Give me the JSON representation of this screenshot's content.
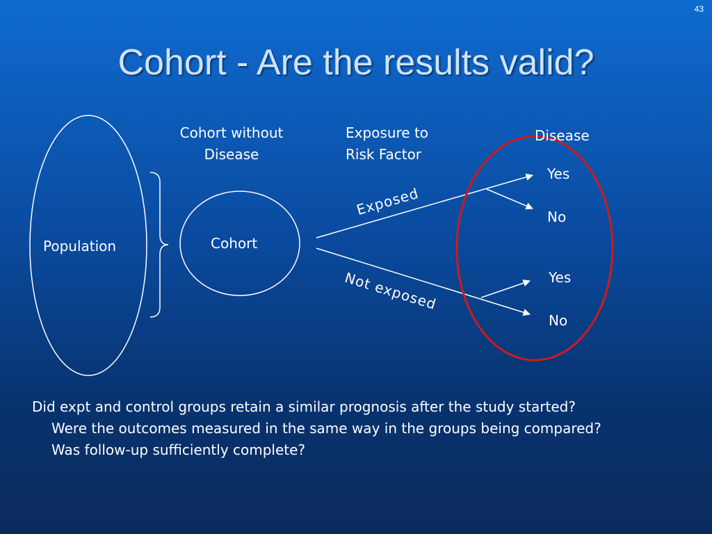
{
  "slide": {
    "number": "43",
    "title": "Cohort - Are the results valid?"
  },
  "diagram": {
    "column_headers": {
      "cohort": [
        "Cohort without",
        "Disease"
      ],
      "exposure": [
        "Exposure to",
        "Risk Factor"
      ],
      "disease": "Disease"
    },
    "nodes": {
      "population": "Population",
      "cohort": "Cohort"
    },
    "branches": {
      "exposed": "Exposed",
      "not_exposed": "Not exposed"
    },
    "outcomes": {
      "exposed_yes": "Yes",
      "exposed_no": "No",
      "not_exposed_yes": "Yes",
      "not_exposed_no": "No"
    },
    "colors": {
      "highlight_circle": "#d11a1a",
      "lines": "#ffffff",
      "title": "#cfe3ff"
    }
  },
  "questions": {
    "main": "Did expt and control groups retain a similar prognosis after the study started?",
    "sub1": "Were the outcomes measured in the same way in the groups being compared?",
    "sub2": "Was follow-up sufficiently complete?"
  }
}
